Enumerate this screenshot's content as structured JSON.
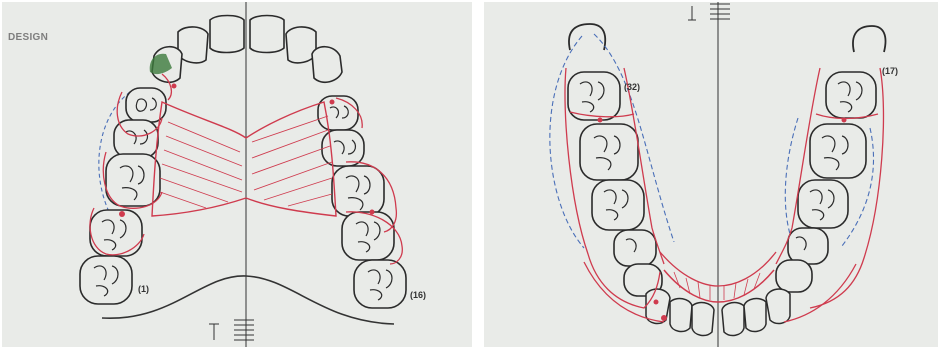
{
  "left": {
    "label": "DESIGN",
    "tooth_numbers": {
      "right_end": "(1)",
      "left_end": "(16)"
    }
  },
  "right": {
    "tooth_numbers": {
      "left_end": "(32)",
      "right_end": "(17)"
    }
  },
  "colors": {
    "outline": "#2b2b2b",
    "design_red": "#cf3b4e",
    "dashed_blue": "#4a6fb8",
    "rest_green": "#3c7a3c",
    "background": "#e9ebe8"
  }
}
